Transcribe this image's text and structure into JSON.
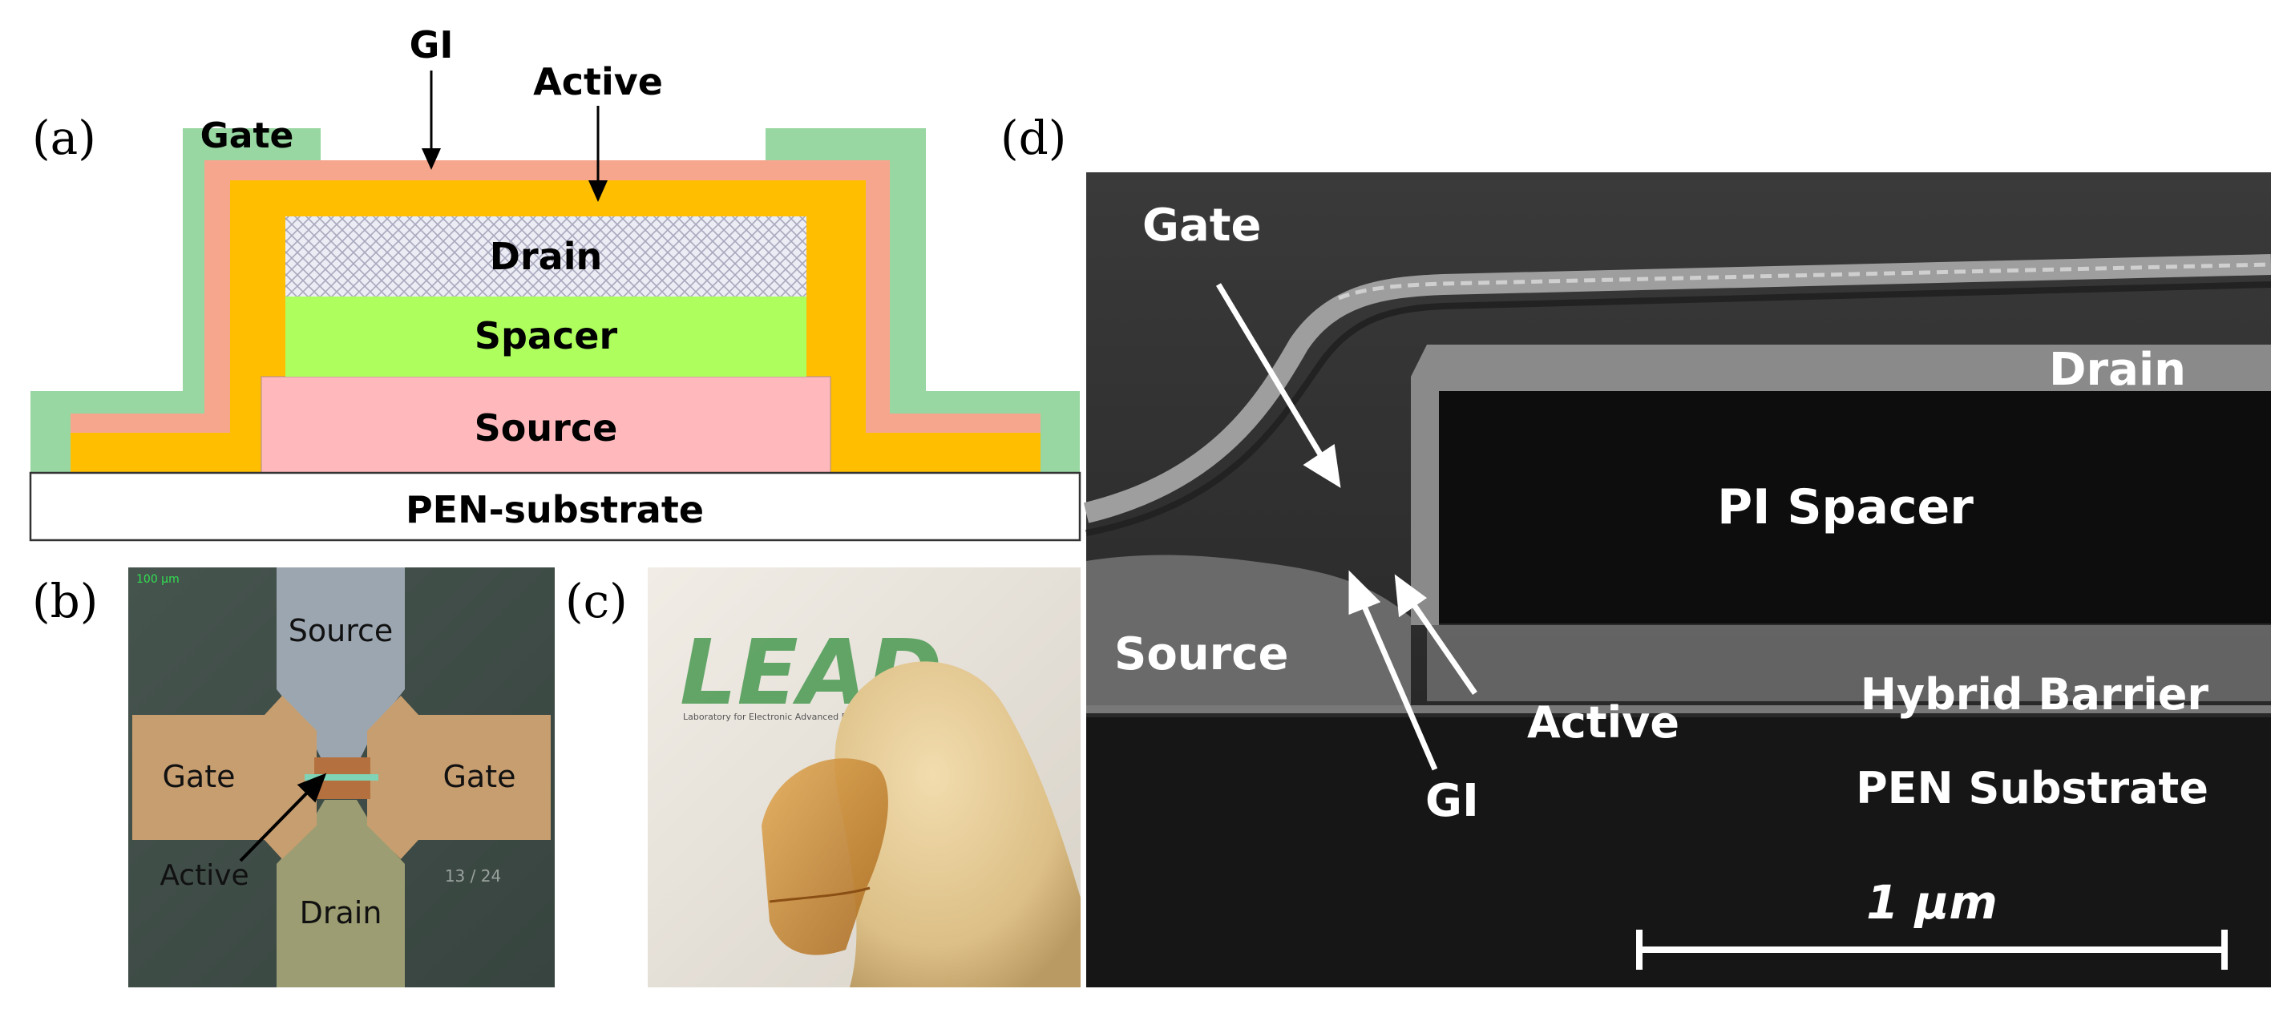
{
  "panel_labels": {
    "a": "(a)",
    "b": "(b)",
    "c": "(c)",
    "d": "(d)"
  },
  "panel_a": {
    "gi": "GI",
    "active": "Active",
    "gate": "Gate",
    "drain": "Drain",
    "spacer": "Spacer",
    "source": "Source",
    "substrate": "PEN-substrate"
  },
  "panel_b": {
    "scale_text": "100 μm",
    "source": "Source",
    "gate_left": "Gate",
    "gate_right": "Gate",
    "active": "Active",
    "drain": "Drain",
    "id_text": "13 / 24"
  },
  "panel_c": {
    "logo_text": "LEAD",
    "logo_caption": "Laboratory for Electronic Advanced Devices"
  },
  "panel_d": {
    "gate": "Gate",
    "drain": "Drain",
    "pi_spacer": "PI Spacer",
    "source": "Source",
    "hybrid_barrier": "Hybrid Barrier",
    "active": "Active",
    "pen_substrate": "PEN Substrate",
    "gi": "GI",
    "scale_bar_label": "1 μm"
  },
  "colors": {
    "gate": "#98D6A2",
    "gi": "#F7A68E",
    "active": "#FFBE00",
    "drain": "#E6E6F0",
    "spacer": "#AEFF5E",
    "source": "#FFB9BC",
    "substrate": "#FFFFFF"
  }
}
